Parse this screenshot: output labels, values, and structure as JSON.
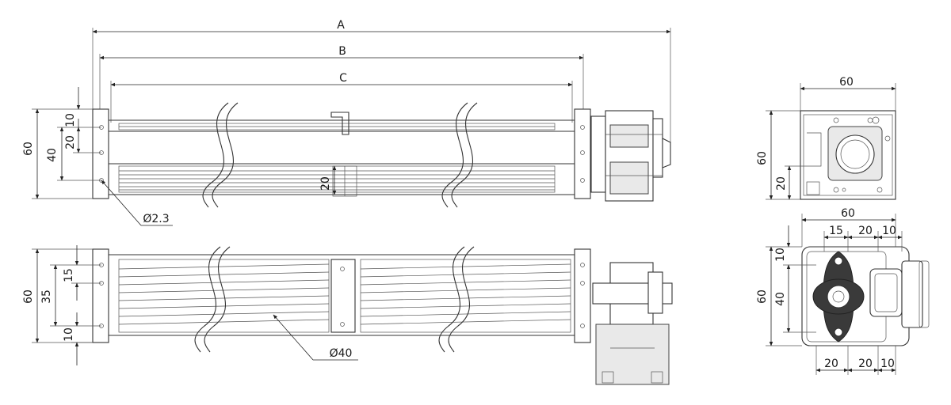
{
  "drawing": {
    "colors": {
      "line": "#333333",
      "background": "#ffffff"
    },
    "front_view": {
      "dim_A": "A",
      "dim_B": "B",
      "dim_C": "C",
      "height_60": "60",
      "hole_40": "40",
      "hole_20": "20",
      "hole_10": "10",
      "bracket_20": "20",
      "hole_dia": "Ø2.3"
    },
    "bottom_view": {
      "height_60": "60",
      "pitch_35": "35",
      "pitch_15": "15",
      "pitch_10": "10",
      "rotor_dia": "Ø40"
    },
    "side_view_top": {
      "width_60": "60",
      "height_60": "60",
      "offset_20": "20"
    },
    "side_view_bottom": {
      "width_60": "60",
      "top_15": "15",
      "top_20": "20",
      "top_10": "10",
      "height_60": "60",
      "left_10": "10",
      "left_40": "40",
      "bot_20a": "20",
      "bot_20b": "20",
      "bot_10": "10"
    }
  }
}
